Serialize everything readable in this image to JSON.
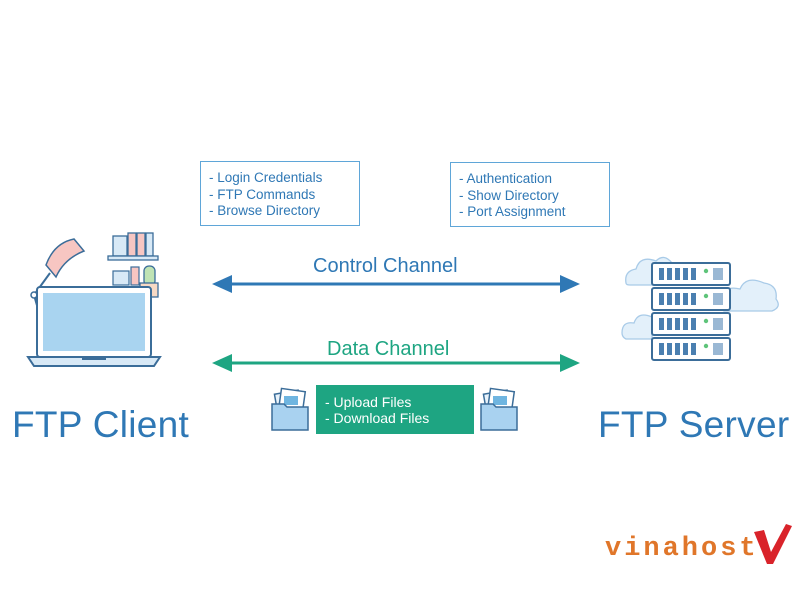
{
  "client": {
    "label": "FTP Client",
    "info_lines": [
      "- Login Credentials",
      "- FTP Commands",
      "- Browse Directory"
    ]
  },
  "server": {
    "label": "FTP Server",
    "info_lines": [
      "- Authentication",
      "- Show Directory",
      "- Port Assignment"
    ]
  },
  "control_channel": {
    "label": "Control Channel",
    "color": "#2f78b5"
  },
  "data_channel": {
    "label": "Data Channel",
    "color": "#1ea582",
    "file_lines": [
      "- Upload Files",
      "- Download Files"
    ]
  },
  "brand": {
    "name": "vinahost.",
    "color": "#e0762a",
    "accent": "#d9232a"
  },
  "icons": [
    "laptop-icon",
    "desk-lamp-icon",
    "bookshelf-icon",
    "plant-icon",
    "server-rack-icon",
    "cloud-icon",
    "folder-icon",
    "checkmark-icon"
  ]
}
